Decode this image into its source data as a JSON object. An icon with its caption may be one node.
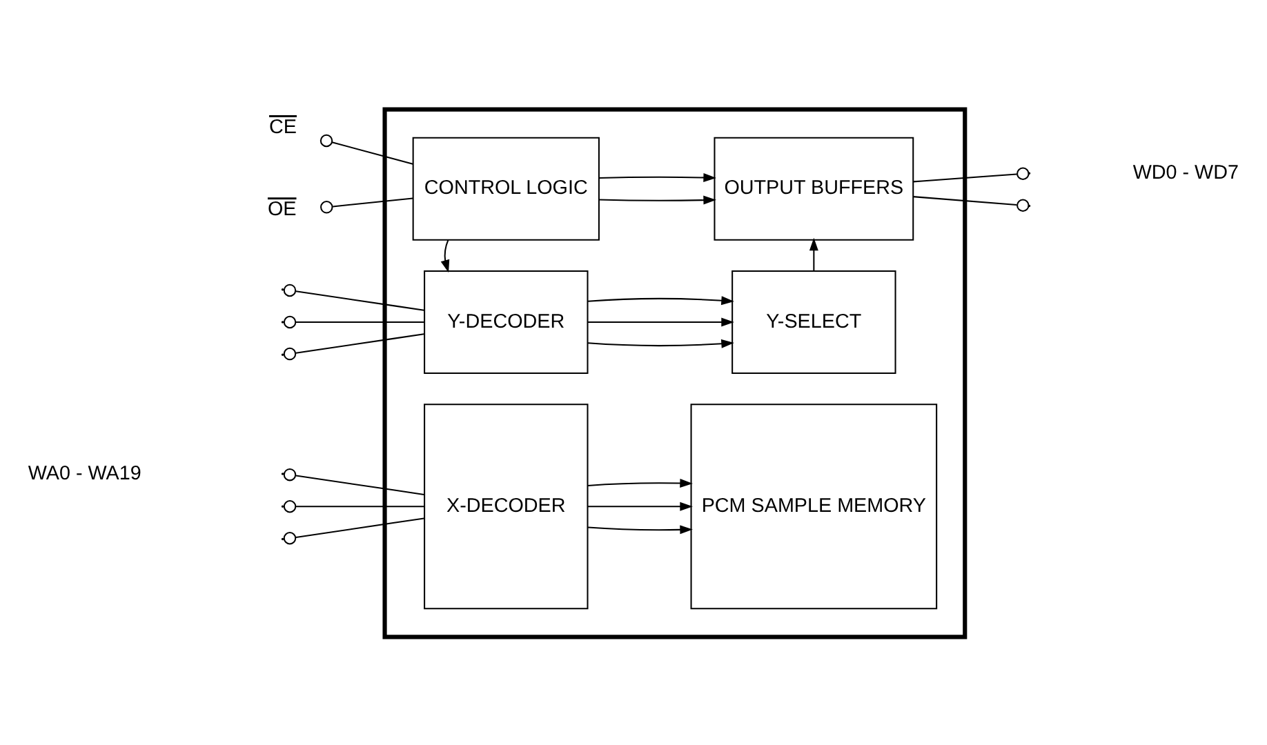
{
  "diagram": {
    "nodes": [
      {
        "text": [],
        "shape": "box"
      },
      {
        "text": [
          "CONTROL LOGIC"
        ],
        "in": 0
      },
      {
        "text": [
          "OUTPUT BUFFERS"
        ],
        "in": 0
      },
      {
        "text": [
          "Y-DECODER"
        ],
        "in": 0
      },
      {
        "text": [
          "X-DECODER"
        ],
        "in": 0
      },
      {
        "text": [
          "Y-SELECT"
        ],
        "in": 0
      },
      {
        "text": [
          "PCM SAMPLE MEMORY"
        ],
        "in": 0
      },
      {
        "text": [
          "CE"
        ]
      },
      {
        "text": [
          "OE"
        ]
      }
    ],
    "edges": [
      {
        "from": 7,
        "to": 1,
        "arrow": "other"
      },
      {
        "from": 8,
        "to": 1,
        "arrow": "other"
      },
      {
        "from": 1,
        "to": 2,
        "arrow": "to"
      },
      {
        "from": 1,
        "to": 2,
        "arrow": "to"
      },
      {
        "from": 2,
        "to": null,
        "arrow": "other"
      },
      {
        "from": 2,
        "to": null,
        "arrow": "other"
      },
      {
        "from": 1,
        "to": 3,
        "arrow": "to"
      },
      {
        "from": 5,
        "to": 2,
        "arrow": "to"
      },
      {
        "from": null,
        "to": 3,
        "arrow": "other"
      },
      {
        "from": null,
        "to": 3,
        "arrow": "other"
      },
      {
        "from": null,
        "to": 3,
        "arrow": "other"
      },
      {
        "from": 3,
        "to": 5,
        "arrow": "to"
      },
      {
        "from": 3,
        "to": 5,
        "arrow": "to"
      },
      {
        "from": 3,
        "to": 5,
        "arrow": "to"
      },
      {
        "from": null,
        "to": 4,
        "arrow": "other"
      },
      {
        "from": null,
        "to": 4,
        "arrow": "other"
      },
      {
        "from": null,
        "to": 4,
        "arrow": "other"
      },
      {
        "from": 4,
        "to": 6,
        "arrow": "to"
      },
      {
        "from": 4,
        "to": 6,
        "arrow": "to"
      },
      {
        "from": 4,
        "to": 6,
        "arrow": "to"
      }
    ],
    "labels": [
      "WD0 - WD7",
      "WA0 - WA19"
    ]
  }
}
